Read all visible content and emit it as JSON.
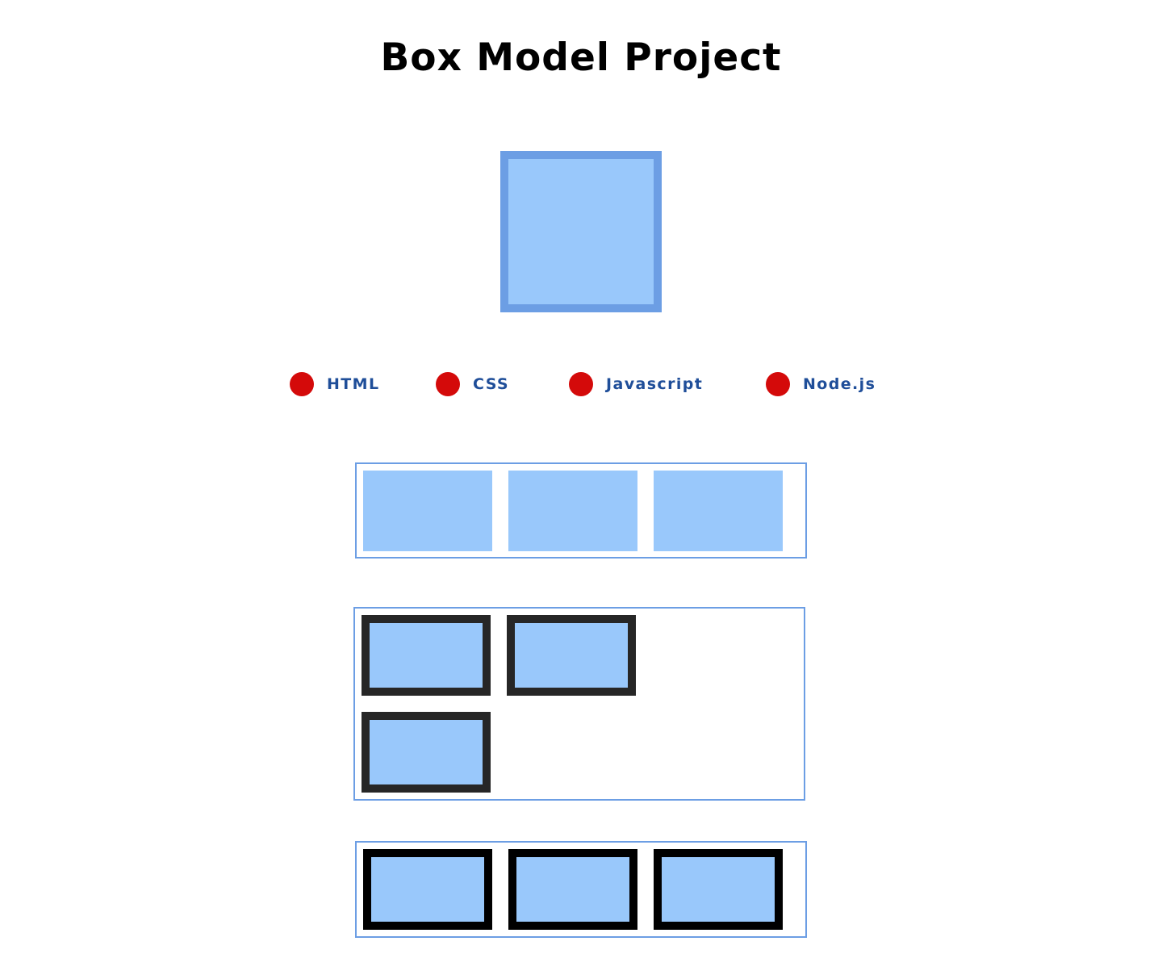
{
  "page": {
    "title": "Box Model Project"
  },
  "colors": {
    "tile_fill": "#99c8fb",
    "hero_border": "#6c9ee4",
    "container_border": "#6c9ee4",
    "dark_border": "#262626",
    "black_border": "#000000",
    "bullet": "#d40a0a",
    "list_text": "#1f4e99"
  },
  "tech_list": {
    "items": [
      {
        "label": "HTML"
      },
      {
        "label": "CSS"
      },
      {
        "label": "Javascript"
      },
      {
        "label": "Node.js"
      }
    ]
  }
}
